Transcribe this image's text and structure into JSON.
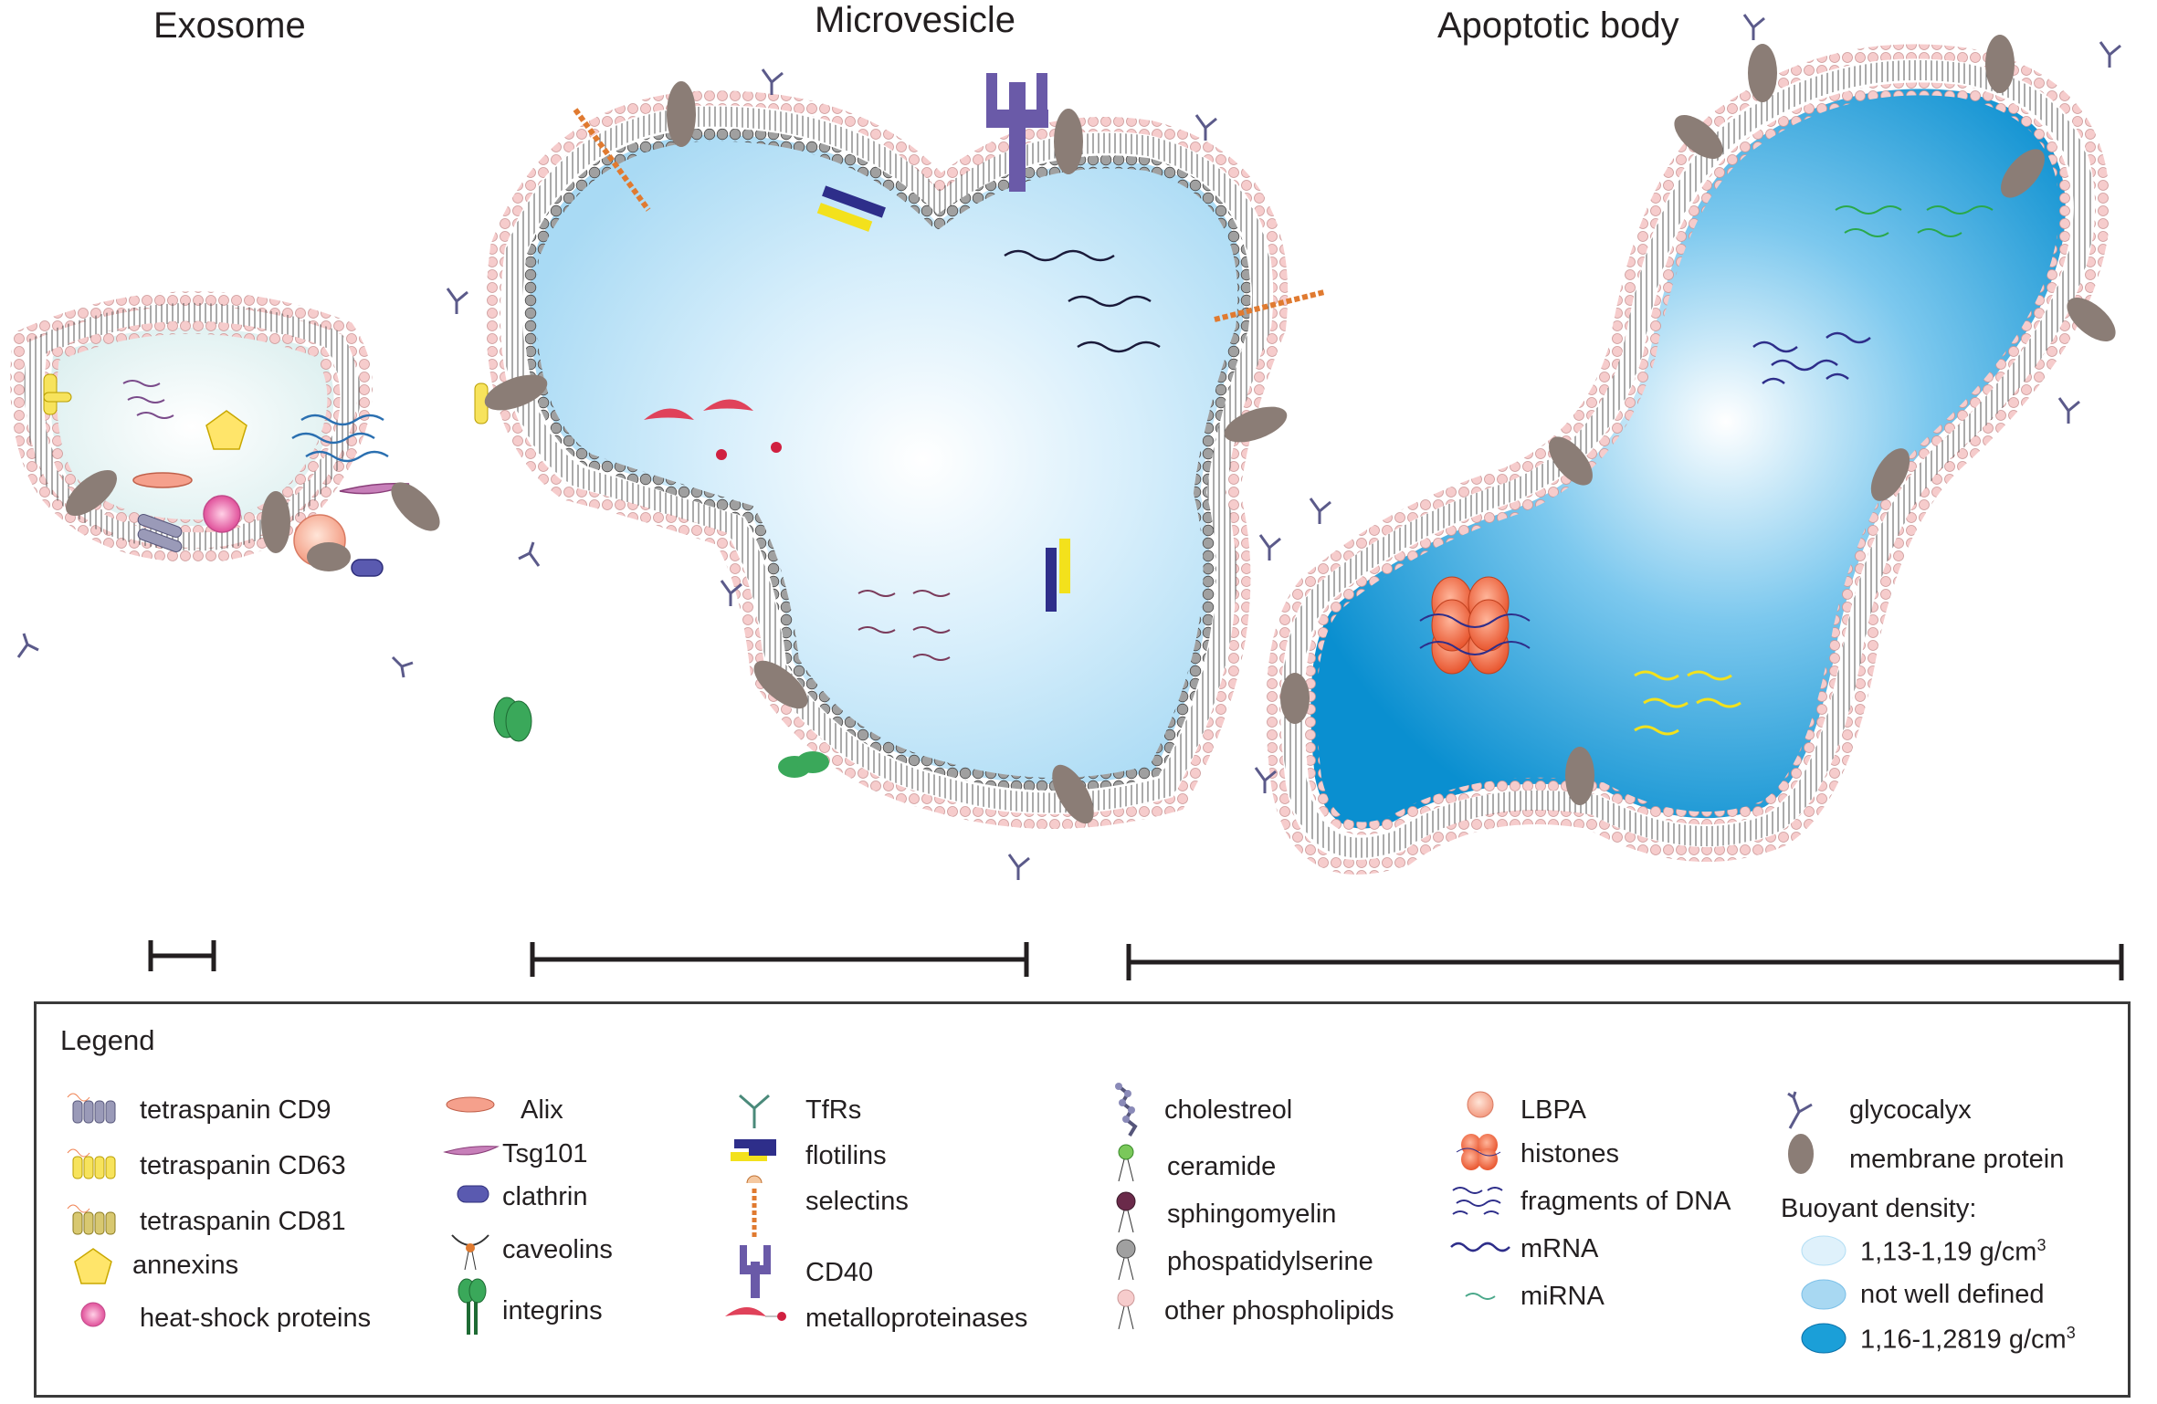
{
  "titles": {
    "exosome": "Exosome",
    "microvesicle": "Microvesicle",
    "apoptotic_body": "Apoptotic body"
  },
  "colors": {
    "exosome_lumen": "#eaf6f6",
    "microvesicle_lumen": "#cfeafa",
    "apoptotic_lumen": "#1b9fd8",
    "phospholipid_head": "#f4c6c6",
    "phosphatidylserine_head": "#8a8a8a",
    "membrane_protein": "#8b7d76",
    "glycocalyx": "#5b5a8a"
  },
  "legend": {
    "title": "Legend",
    "col1": [
      {
        "icon": "tetraspanin-cd9-icon",
        "label": "tetraspanin CD9"
      },
      {
        "icon": "tetraspanin-cd63-icon",
        "label": "tetraspanin CD63"
      },
      {
        "icon": "tetraspanin-cd81-icon",
        "label": "tetraspanin CD81"
      },
      {
        "icon": "annexins-icon",
        "label": "annexins"
      },
      {
        "icon": "heat-shock-proteins-icon",
        "label": "heat-shock proteins"
      }
    ],
    "col2": [
      {
        "icon": "alix-icon",
        "label": "Alix"
      },
      {
        "icon": "tsg101-icon",
        "label": "Tsg101"
      },
      {
        "icon": "clathrin-icon",
        "label": "clathrin"
      },
      {
        "icon": "caveolins-icon",
        "label": "caveolins"
      },
      {
        "icon": "integrins-icon",
        "label": "integrins"
      }
    ],
    "col3": [
      {
        "icon": "tfrs-icon",
        "label": "TfRs"
      },
      {
        "icon": "flotilins-icon",
        "label": "flotilins"
      },
      {
        "icon": "selectins-icon",
        "label": "selectins"
      },
      {
        "icon": "cd40-icon",
        "label": "CD40"
      },
      {
        "icon": "metalloproteinases-icon",
        "label": "metalloproteinases"
      }
    ],
    "col4": [
      {
        "icon": "cholesterol-icon",
        "label": "cholestreol"
      },
      {
        "icon": "ceramide-icon",
        "label": "ceramide"
      },
      {
        "icon": "sphingomyelin-icon",
        "label": "sphingomyelin"
      },
      {
        "icon": "phosphatidylserine-icon",
        "label": "phospatidylserine"
      },
      {
        "icon": "other-phospholipids-icon",
        "label": "other phospholipids"
      }
    ],
    "col5": [
      {
        "icon": "lbpa-icon",
        "label": "LBPA"
      },
      {
        "icon": "histones-icon",
        "label": "histones"
      },
      {
        "icon": "dna-fragments-icon",
        "label": "fragments of DNA"
      },
      {
        "icon": "mrna-icon",
        "label": "mRNA"
      },
      {
        "icon": "mirna-icon",
        "label": "miRNA"
      }
    ],
    "col6": [
      {
        "icon": "glycocalyx-icon",
        "label": "glycocalyx"
      },
      {
        "icon": "membrane-protein-icon",
        "label": "membrane protein"
      }
    ],
    "buoyant": {
      "title": "Buoyant density:",
      "items": [
        {
          "label": "1,13-1,19 g/cm",
          "sup": "3",
          "color": "#dff1fb"
        },
        {
          "label": "not well defined",
          "sup": "",
          "color": "#a8d8f2"
        },
        {
          "label": "1,16-1,2819 g/cm",
          "sup": "3",
          "color": "#1b9fd8"
        }
      ]
    }
  }
}
